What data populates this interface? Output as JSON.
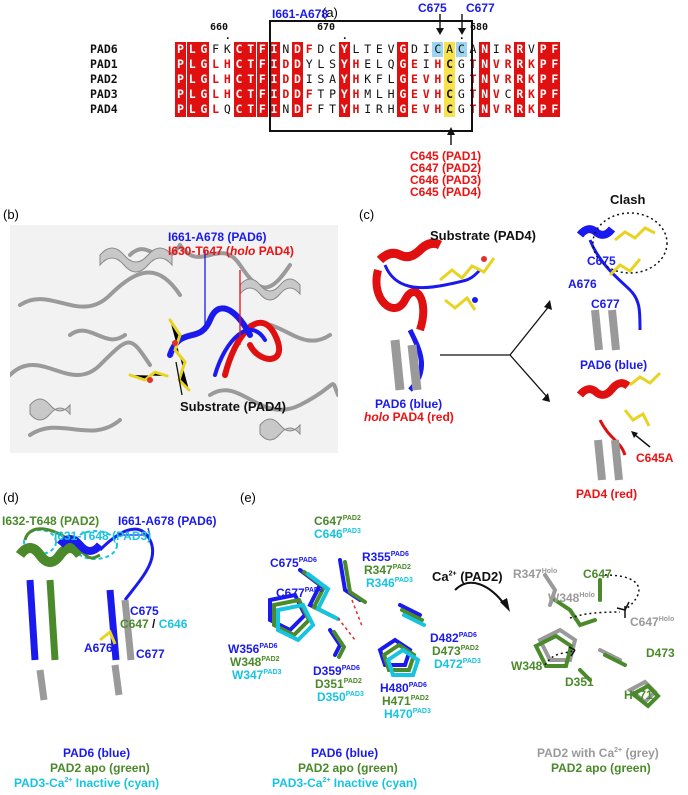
{
  "panels": {
    "a": "(a)",
    "b": "(b)",
    "c": "(c)",
    "d": "(d)",
    "e": "(e)"
  },
  "alignment": {
    "ruler": [
      "660",
      "670",
      "680"
    ],
    "region_label": "I661-A678",
    "top_cys": [
      "C675",
      "C677"
    ],
    "rows": [
      {
        "name": "PAD6",
        "seq": "PLGFKCTFINDFDCYLTEVGDICACANIRRVPF"
      },
      {
        "name": "PAD1",
        "seq": "PLGLHCTFIDDYLSYHELQGEIHCGTNVRRKPF"
      },
      {
        "name": "PAD2",
        "seq": "PLGLHCTFIDDISAYHKFLGEVHCGTNVRRKPF"
      },
      {
        "name": "PAD3",
        "seq": "PLGLHCTFIDDFTPYHMLHGEVHCGTNVCRKPF"
      },
      {
        "name": "PAD4",
        "seq": "PLGLQCTFINDFFTYHIRHGEVHCGTNVRRKPF"
      }
    ],
    "bottom_cys": [
      "C645 (PAD1)",
      "C647 (PAD2)",
      "C646 (PAD3)",
      "C645 (PAD4)"
    ]
  },
  "panel_b": {
    "label_pad6": "I661-A678 (PAD6)",
    "label_pad4_pre": "I630-T647 (",
    "label_pad4_it": "holo",
    "label_pad4_post": " PAD4)",
    "substrate": "Substrate (PAD4)"
  },
  "panel_c": {
    "substrate": "Substrate (PAD4)",
    "clash": "Clash",
    "c675": "C675",
    "a676": "A676",
    "c677": "C677",
    "pad6_blue": "PAD6 (blue)",
    "legend_pad6": "PAD6 (blue)",
    "legend_pad4_it": "holo",
    "legend_pad4_post": " PAD4 (red)",
    "c645a": "C645A",
    "pad4_red": "PAD4 (red)"
  },
  "panel_d": {
    "pad2_range": "I632-T648 (PAD2)",
    "pad3_range": "I631-T648 (PAD3)",
    "pad6_range": "I661-A678 (PAD6)",
    "c675": "C675",
    "c647": "C647",
    "slash": " / ",
    "c646": "C646",
    "a676": "A676",
    "c677": "C677",
    "legend": [
      "PAD6 (blue)",
      "PAD2 apo (green)",
      "PAD3-Ca",
      "2+",
      " Inactive (cyan)"
    ]
  },
  "panel_e": {
    "c647": "C647",
    "c646": "C646",
    "c675": "C675",
    "c677": "C677",
    "r355": "R355",
    "r347": "R347",
    "r346": "R346",
    "w356": "W356",
    "w348": "W348",
    "w347": "W347",
    "d359": "D359",
    "d351": "D351",
    "d350": "D350",
    "d482": "D482",
    "d473": "D473",
    "d472": "D472",
    "h480": "H480",
    "h471": "H471",
    "h470": "H470",
    "sup_pad6": "PAD6",
    "sup_pad2": "PAD2",
    "sup_pad3": "PAD3",
    "sup_holo": "Holo",
    "ca_pad2_pre": "Ca",
    "ca_sup": "2+",
    "ca_pad2_post": " (PAD2)",
    "r347_holo": "R347",
    "c647_r": "C647",
    "w348_holo": "W348",
    "c647_holo": "C647",
    "w348_r": "W348",
    "d351_r": "D351",
    "d473_r": "D473",
    "h471_r": "H471",
    "legend_left": [
      "PAD6 (blue)",
      "PAD2 apo (green)",
      "PAD3-Ca",
      "2+",
      " Inactive (cyan)"
    ],
    "legend_right_pre": "PAD2 with Ca",
    "legend_right_sup": "2+",
    "legend_right_post": " (grey)",
    "legend_right_2": "PAD2 apo (green)"
  },
  "colors": {
    "pad6": "#1a1aee",
    "pad4": "#ee1111",
    "pad2": "#4a8a2a",
    "pad3": "#17c4e0",
    "holo": "#9a9a9a",
    "substrate": "#f0e020"
  }
}
